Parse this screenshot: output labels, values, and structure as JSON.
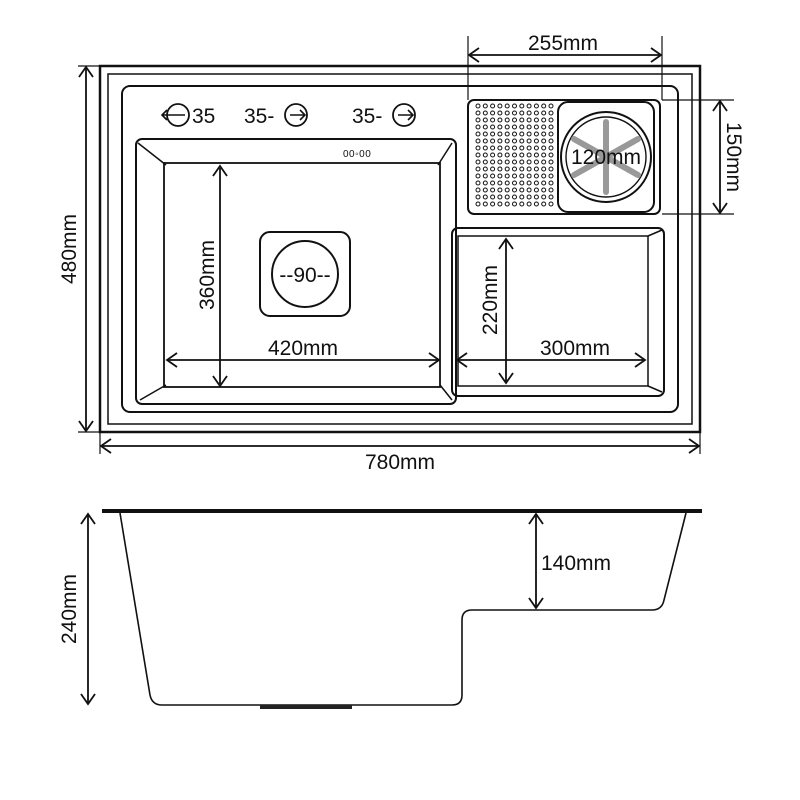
{
  "top_view": {
    "overall_width": "780mm",
    "overall_depth": "480mm",
    "main_bowl_width": "420mm",
    "main_bowl_depth": "360mm",
    "drain_label": "--90--",
    "small_bowl_width": "300mm",
    "small_bowl_depth": "220mm",
    "drainboard_width": "255mm",
    "drainboard_depth": "150mm",
    "rinser_diameter": "120mm",
    "holes": [
      {
        "label": "35",
        "side": "left"
      },
      {
        "label": "35-",
        "side": "right"
      },
      {
        "label": "35-",
        "side": "right"
      }
    ],
    "control_label": "00◦00"
  },
  "side_view": {
    "total_height": "240mm",
    "step_height": "140mm"
  }
}
